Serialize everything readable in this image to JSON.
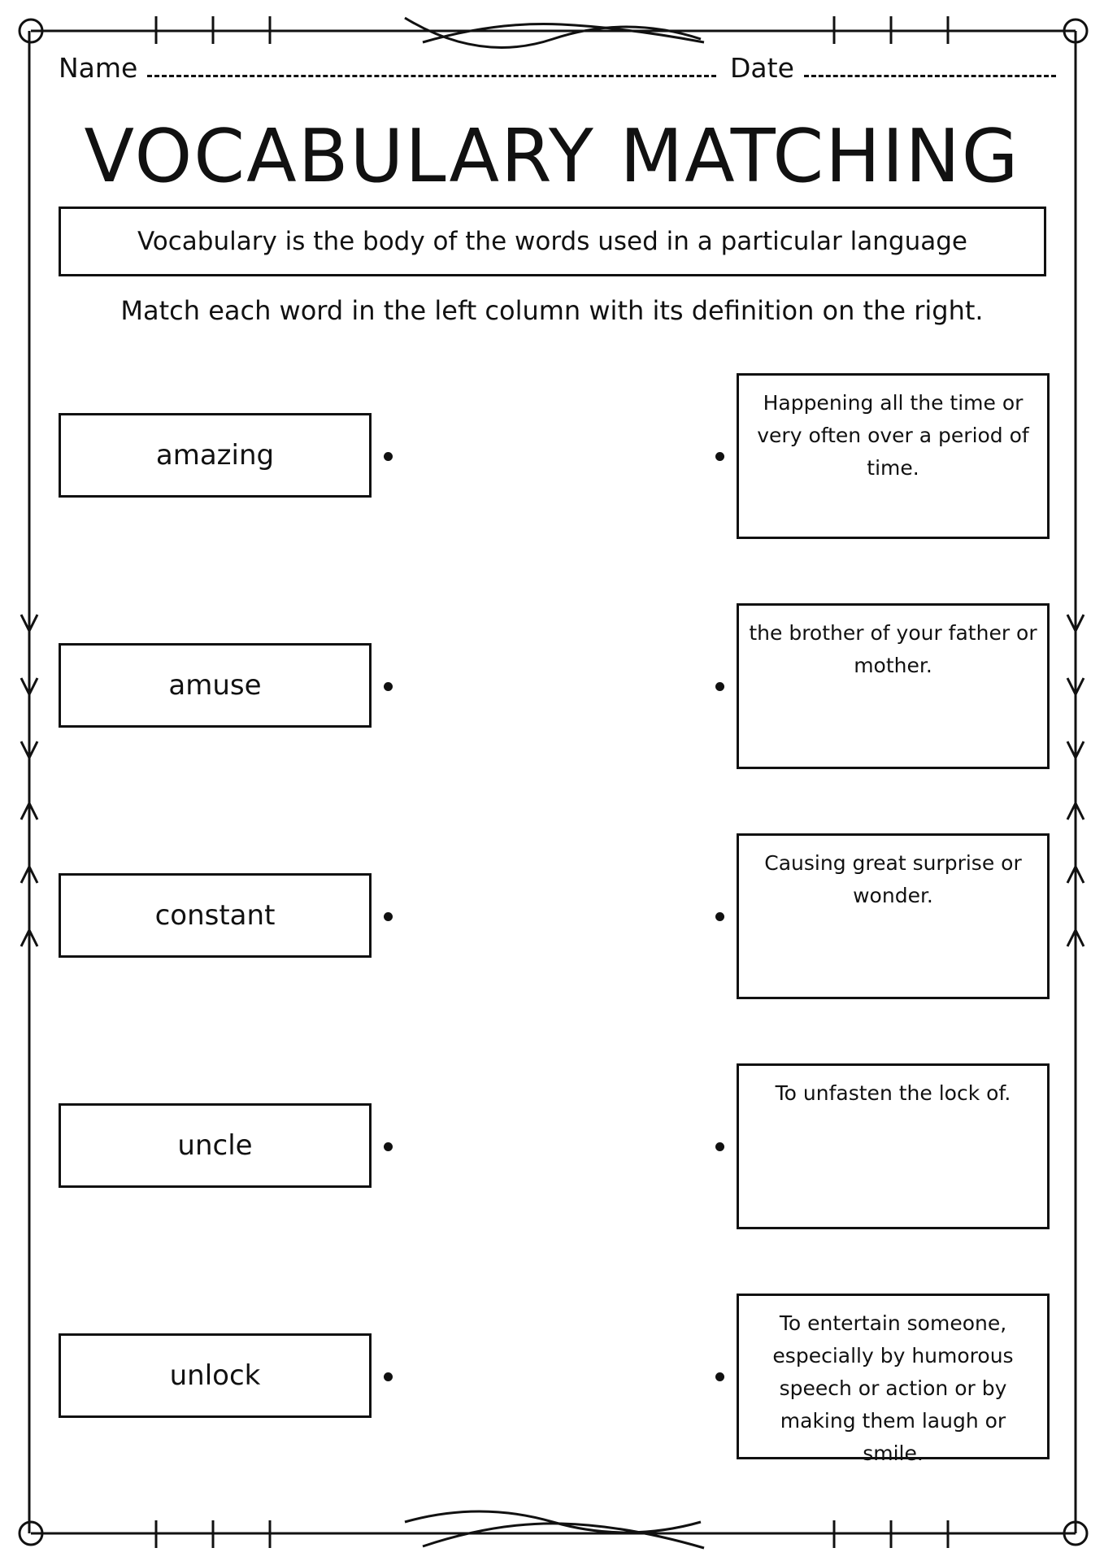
{
  "header": {
    "name_label": "Name",
    "date_label": "Date"
  },
  "title": "VOCABULARY MATCHING",
  "definition": "Vocabulary is the body of the words used in a particular language",
  "instruction": "Match each word in the left column with its definition on the right.",
  "words": [
    "amazing",
    "amuse",
    "constant",
    "uncle",
    "unlock"
  ],
  "meanings": [
    "Happening all the time or very often over a period of time.",
    "the brother of your father or mother.",
    "Causing great surprise or wonder.",
    "To unfasten the lock of.",
    "To entertain someone, especially by humorous speech or action or by making them laugh or smile."
  ]
}
